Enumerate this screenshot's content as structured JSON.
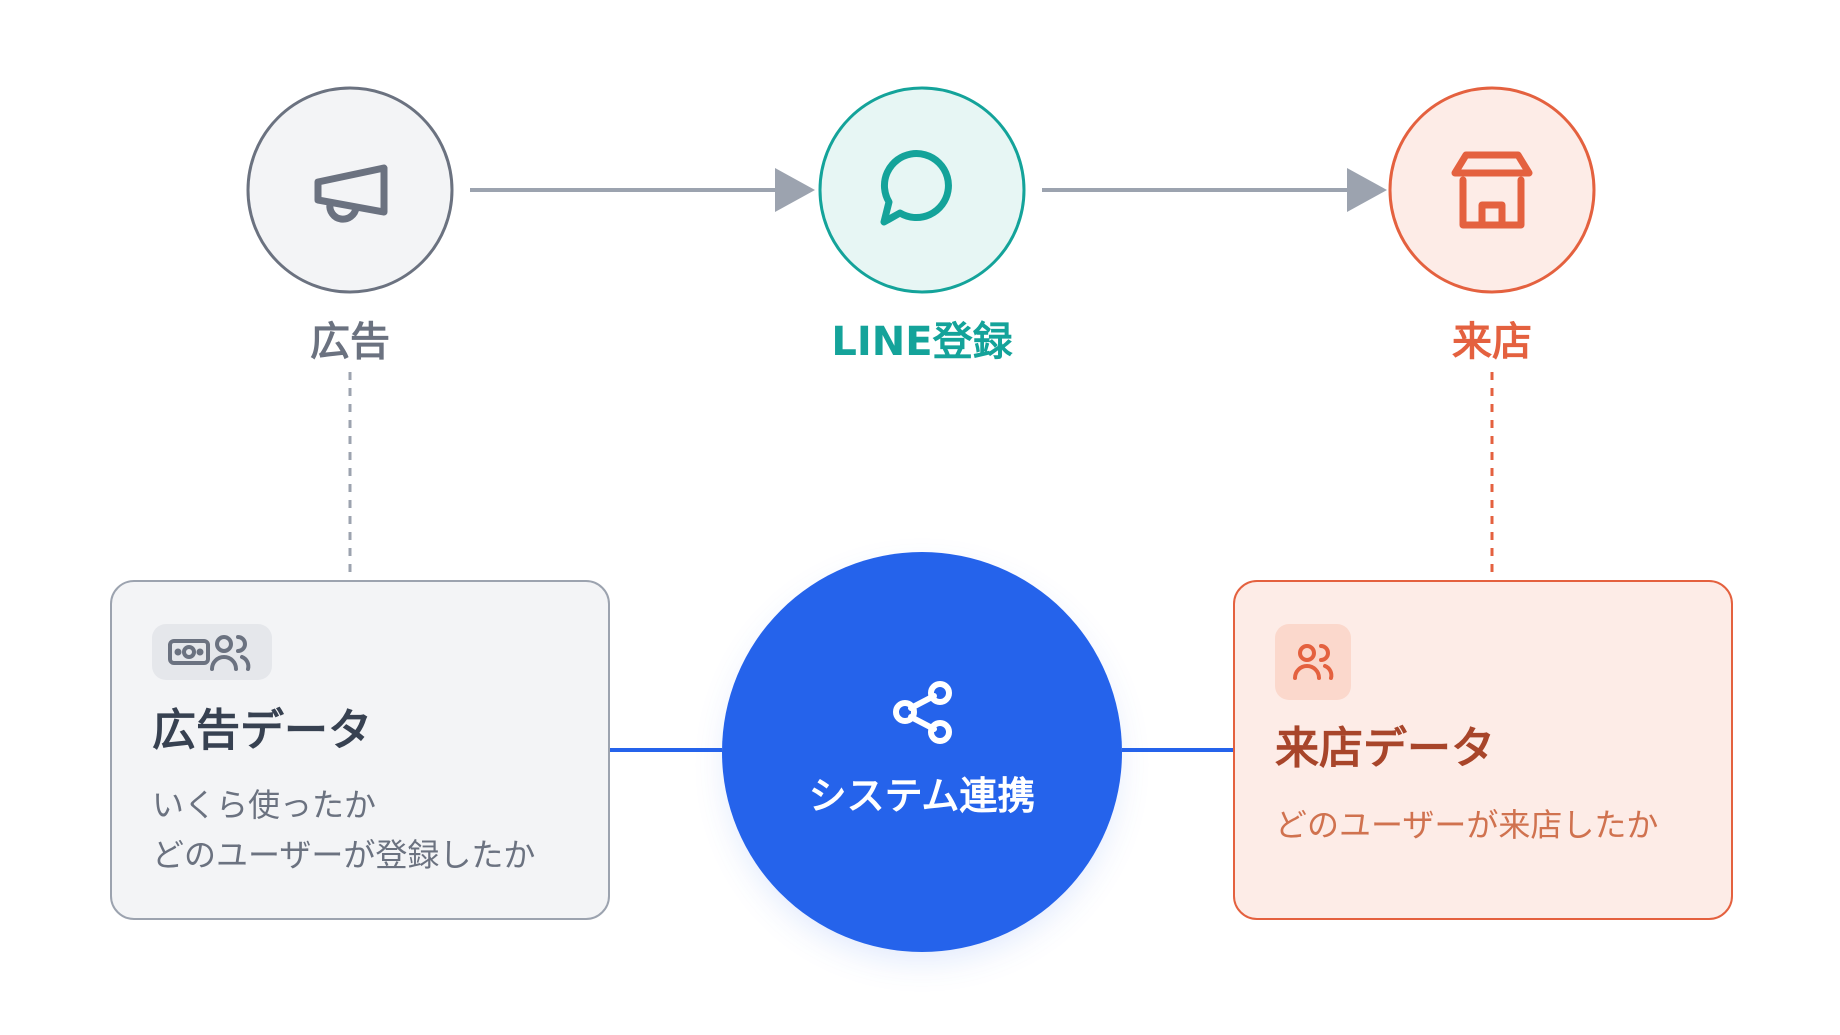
{
  "flow": {
    "steps": [
      {
        "id": "ad",
        "label": "広告",
        "icon": "megaphone-icon",
        "color": "#6b7280",
        "fill": "#f3f4f6"
      },
      {
        "id": "line",
        "label": "LINE登録",
        "icon": "chat-bubble-icon",
        "color": "#14a39a",
        "fill": "#e7f6f4"
      },
      {
        "id": "visit",
        "label": "来店",
        "icon": "store-icon",
        "color": "#e4613f",
        "fill": "#fdece7"
      }
    ],
    "arrow_color": "#9ca3af"
  },
  "cards": {
    "ad_data": {
      "title": "広告データ",
      "desc": [
        "いくら使ったか",
        "どのユーザーが登録したか"
      ],
      "icons": [
        "money-icon",
        "users-icon"
      ],
      "color": "#374151",
      "desc_color": "#6b7280",
      "fill": "#f3f4f6",
      "border": "#9ca3af"
    },
    "visit_data": {
      "title": "来店データ",
      "desc": [
        "どのユーザーが来店したか"
      ],
      "icons": [
        "users-icon"
      ],
      "color": "#a8452a",
      "desc_color": "#d0724f",
      "fill": "#fdece7",
      "border": "#e4613f"
    }
  },
  "center": {
    "label": "システム連携",
    "icon": "share-icon",
    "color": "#2563eb"
  }
}
